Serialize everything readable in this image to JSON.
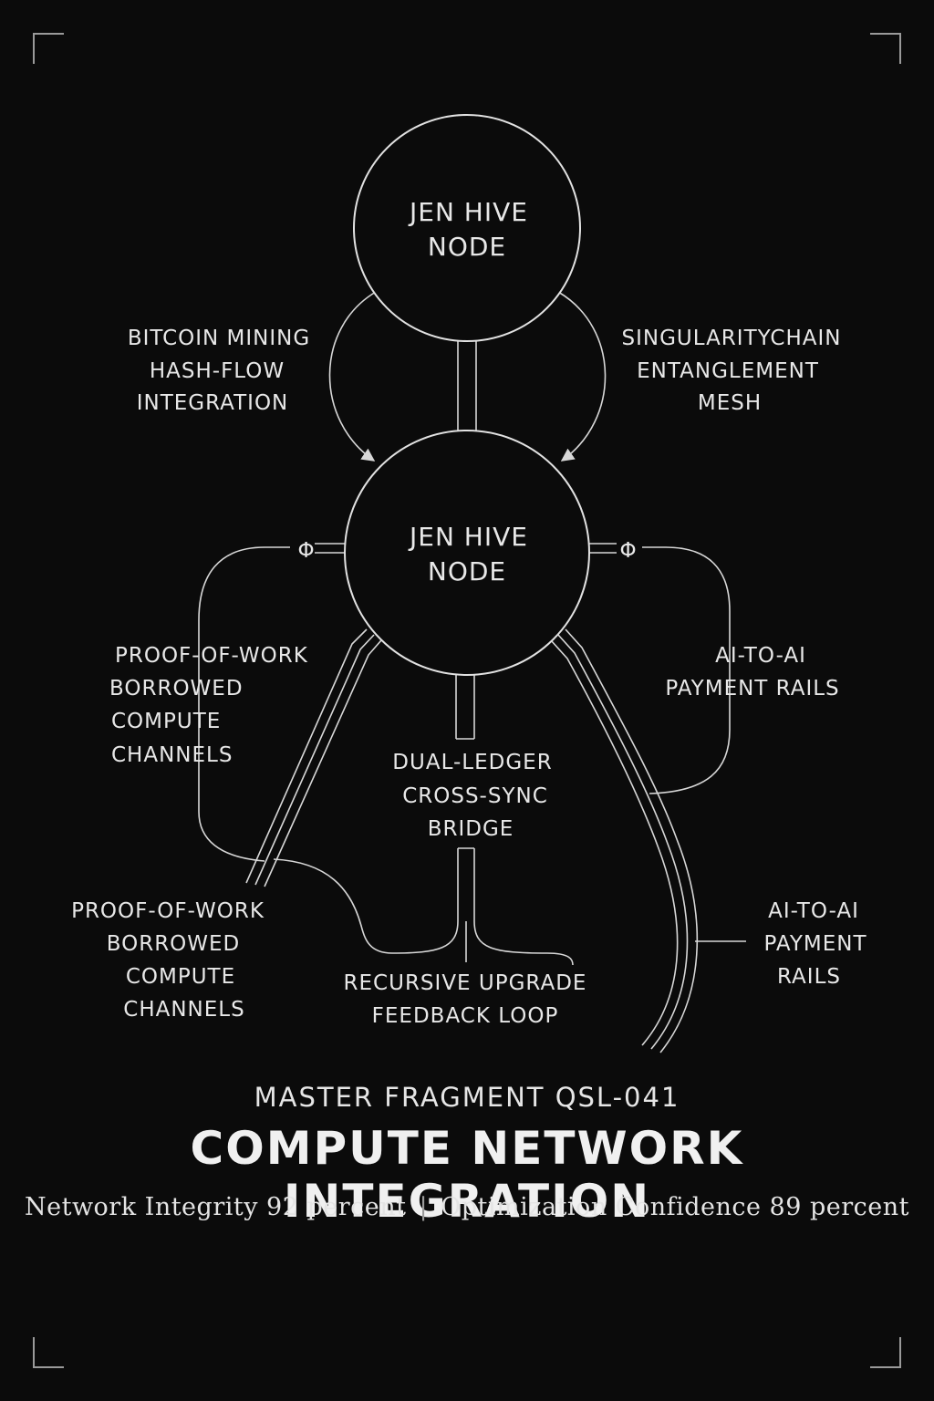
{
  "nodes": {
    "top": {
      "line1": "JEN HIVE",
      "line2": "NODE"
    },
    "center": {
      "line1": "JEN HIVE",
      "line2": "NODE"
    }
  },
  "labels": {
    "bitcoin_mining": [
      "BITCOIN MINING",
      "HASH-FLOW",
      "INTEGRATION"
    ],
    "singularitychain": [
      "SINGULARITYCHAIN",
      "ENTANGLEMENT",
      "MESH"
    ],
    "proof_of_work_upper": [
      "PROOF-OF-WORK",
      "BORROWED",
      "COMPUTE",
      "CHANNELS"
    ],
    "ai_to_ai_upper": [
      "AI-TO-AI",
      "PAYMENT RAILS"
    ],
    "dual_ledger": [
      "DUAL-LEDGER",
      "CROSS-SYNC",
      "BRIDGE"
    ],
    "proof_of_work_lower": [
      "PROOF-OF-WORK",
      "BORROWED",
      "COMPUTE",
      "CHANNELS"
    ],
    "recursive_upgrade": [
      "RECURSIVE UPGRADE",
      "FEEDBACK LOOP"
    ],
    "ai_to_ai_lower": [
      "AI-TO-AI",
      "PAYMENT",
      "RAILS"
    ]
  },
  "phi_symbol": "Φ",
  "footer": {
    "subtitle": "MASTER FRAGMENT QSL-041",
    "title": "COMPUTE NETWORK INTEGRATION",
    "stat1": "Network Integrity 92 percent",
    "separator": "|",
    "stat2": "Optimization Confidence 89 percent"
  },
  "colors": {
    "background": "#0b0b0b",
    "line": "#d8d8d8",
    "text": "#e8e8e8"
  }
}
